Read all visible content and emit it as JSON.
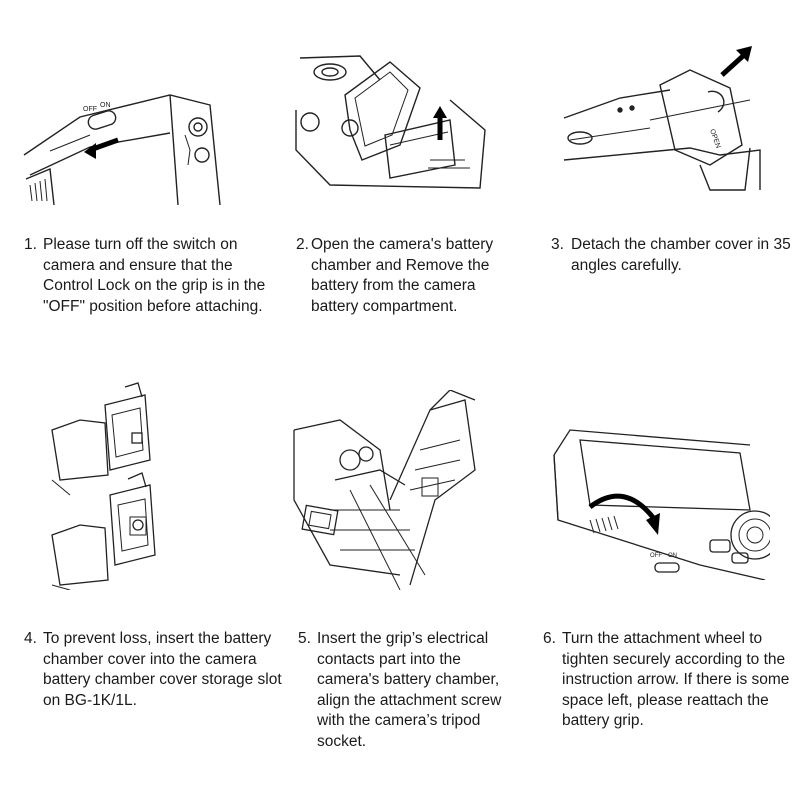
{
  "steps": [
    {
      "number": "1.",
      "text": "Please turn off the switch on camera and ensure that the Control Lock on the grip is in the \"OFF\" position before attaching.",
      "switch_off": "OFF",
      "switch_on": "ON"
    },
    {
      "number": "2.",
      "text": "Open the camera's battery chamber and Remove the battery from the camera battery compartment."
    },
    {
      "number": "3.",
      "text": "Detach the chamber cover in 35 angles carefully.",
      "cover_label": "OPEN"
    },
    {
      "number": "4.",
      "text": "To prevent loss, insert the battery chamber cover into the camera battery chamber cover storage slot on BG-1K/1L."
    },
    {
      "number": "5.",
      "text": "Insert the grip’s electrical contacts part into the camera's battery chamber, align the attachment screw with the camera’s tripod socket."
    },
    {
      "number": "6.",
      "text": "Turn the attachment wheel to tighten securely according to the instruction arrow. If there is some space left, please reattach the battery grip.",
      "switch_off": "OFF",
      "switch_on": "ON"
    }
  ]
}
